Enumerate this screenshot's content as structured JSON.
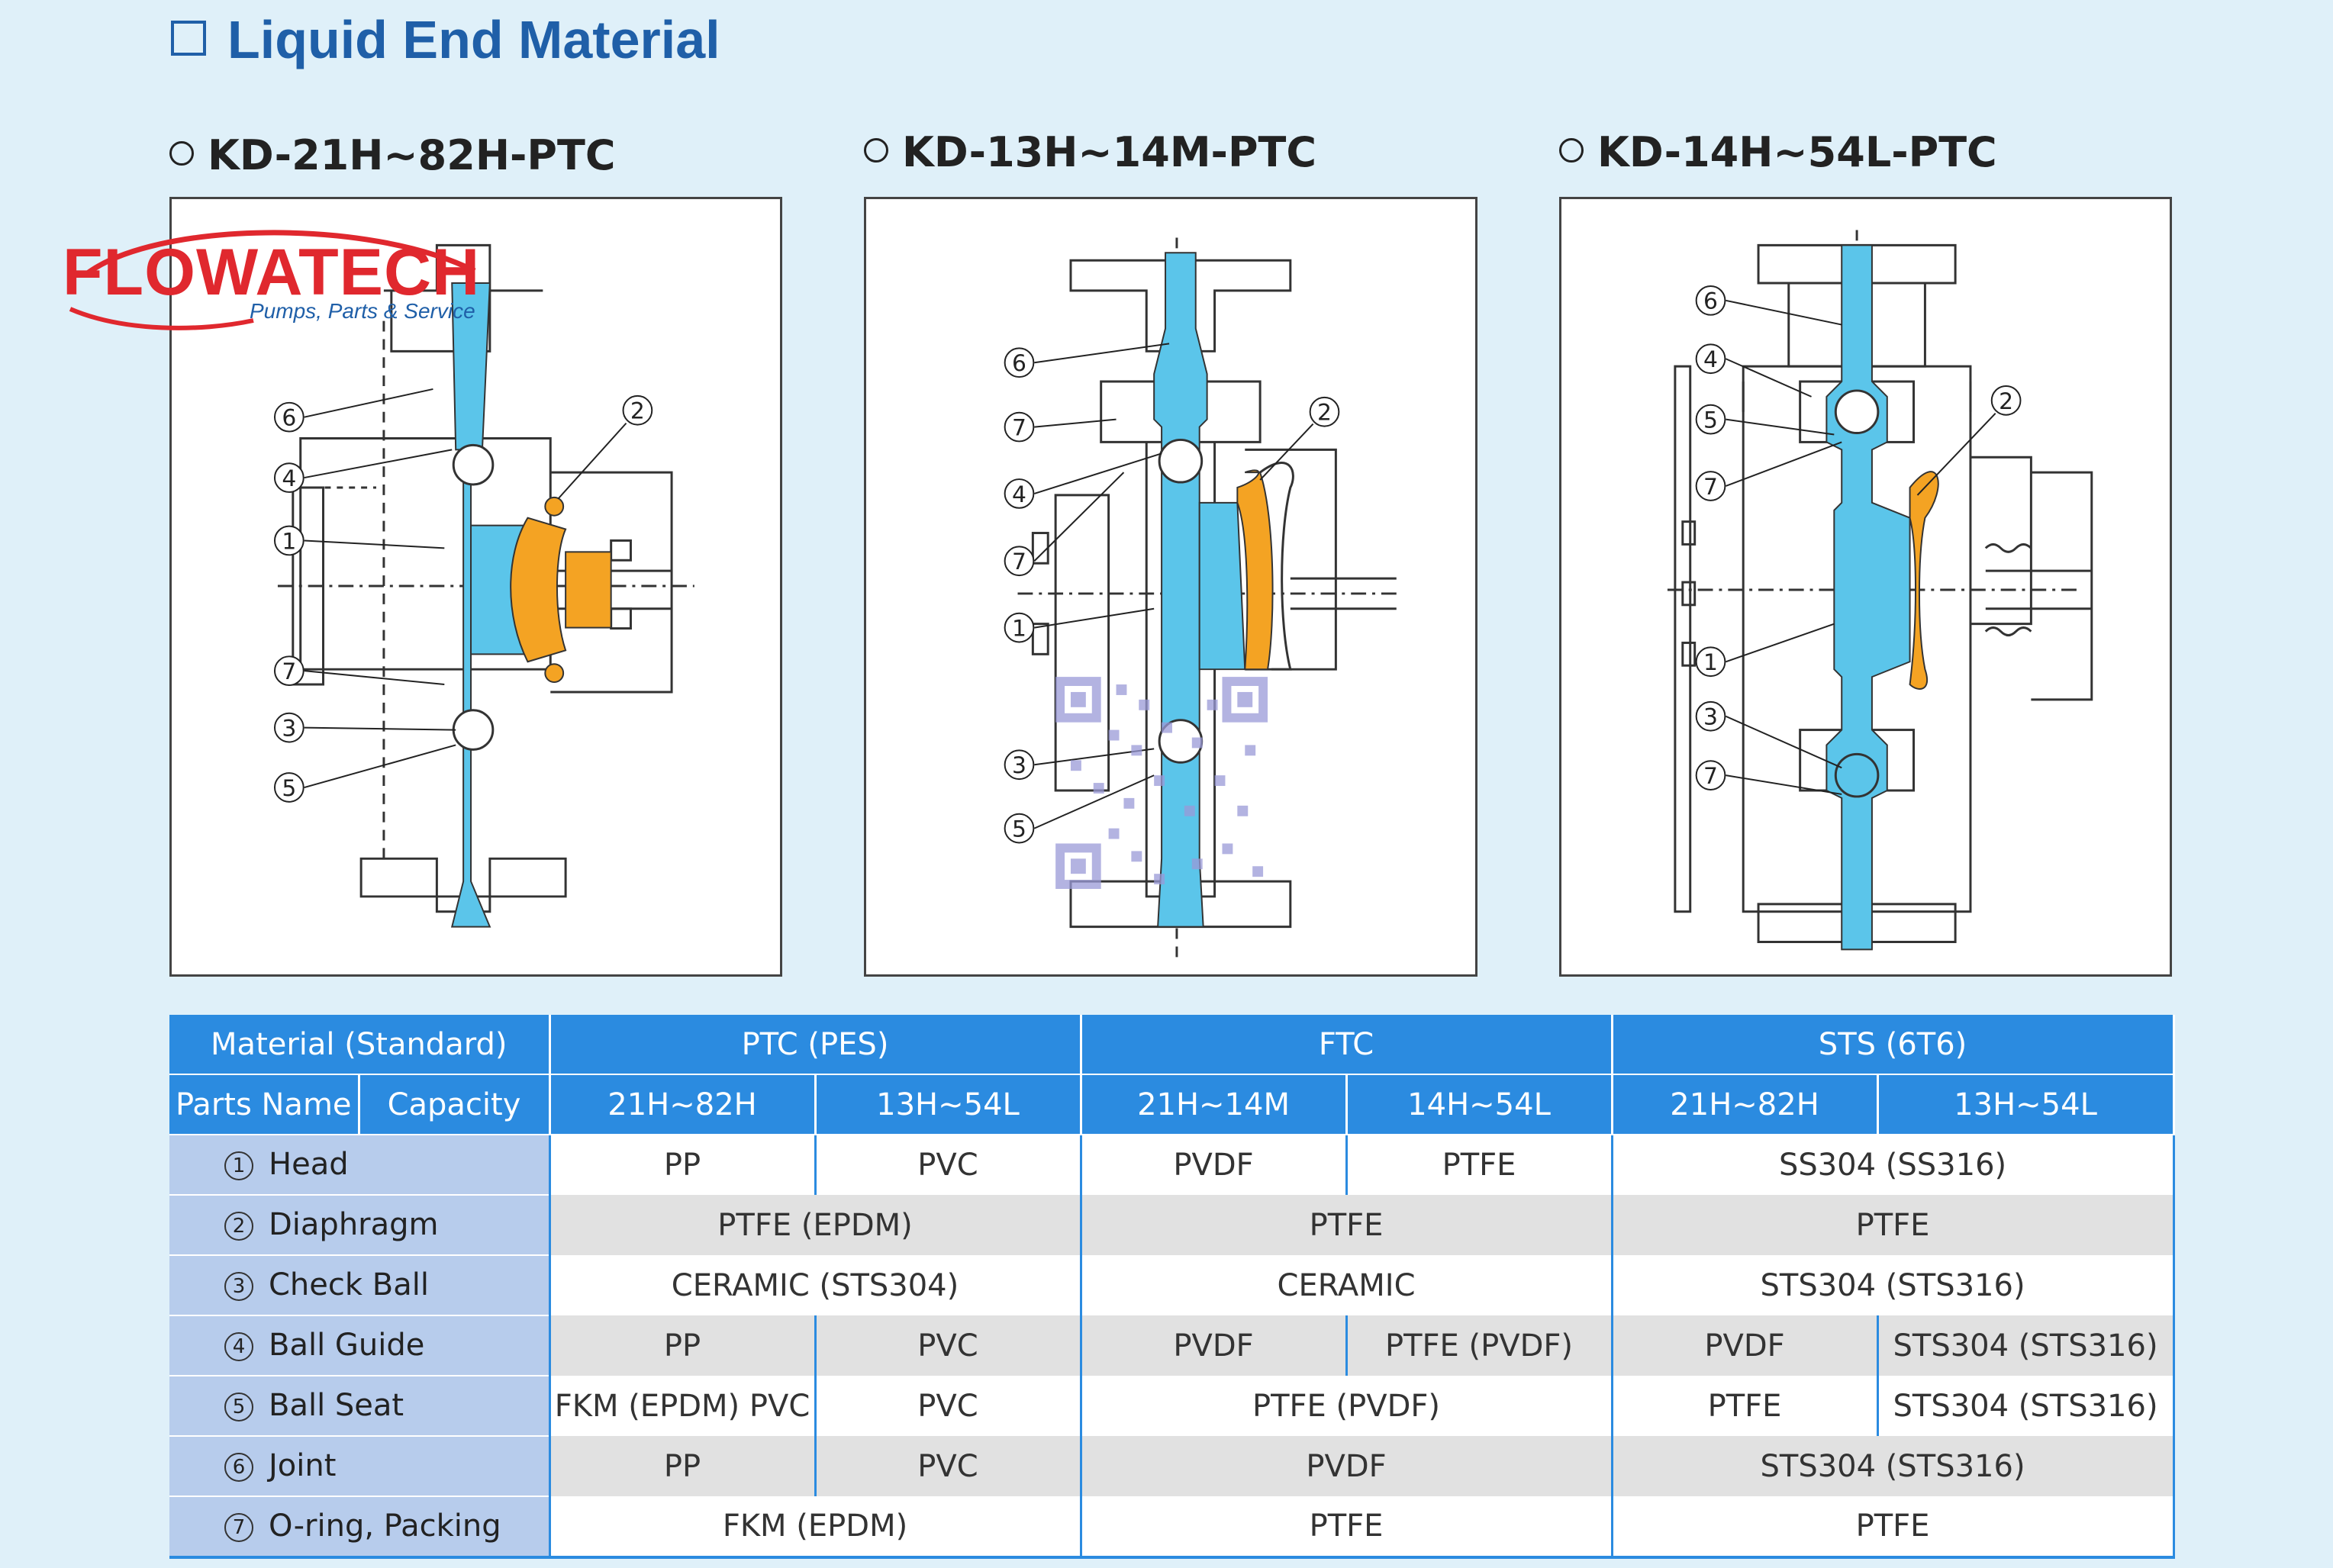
{
  "page_title": "Liquid End Material",
  "logo": {
    "name": "FLOWATECH",
    "tagline": "Pumps, Parts & Service"
  },
  "models": [
    {
      "label": "KD-21H~82H-PTC"
    },
    {
      "label": "KD-13H~14M-PTC"
    },
    {
      "label": "KD-14H~54L-PTC"
    }
  ],
  "diagram_callouts": {
    "d1": [
      "6",
      "4",
      "1",
      "7",
      "3",
      "5",
      "2"
    ],
    "d2": [
      "6",
      "7",
      "4",
      "7",
      "1",
      "3",
      "5",
      "2"
    ],
    "d3": [
      "6",
      "4",
      "5",
      "7",
      "1",
      "3",
      "7",
      "2"
    ]
  },
  "table": {
    "header_material": "Material (Standard)",
    "header_parts_name": "Parts Name",
    "header_capacity": "Capacity",
    "groups": [
      "PTC (PES)",
      "FTC",
      "STS (6T6)"
    ],
    "subheaders": [
      "21H~82H",
      "13H~54L",
      "21H~14M",
      "14H~54L",
      "21H~82H",
      "13H~54L"
    ],
    "rows": [
      {
        "num": "1",
        "name": "Head",
        "ptc": [
          "PP",
          "PVC"
        ],
        "ftc": [
          "PVDF",
          "PTFE"
        ],
        "sts": [
          "SS304 (SS316)"
        ]
      },
      {
        "num": "2",
        "name": "Diaphragm",
        "ptc": [
          "PTFE (EPDM)"
        ],
        "ftc": [
          "PTFE"
        ],
        "sts": [
          "PTFE"
        ]
      },
      {
        "num": "3",
        "name": "Check Ball",
        "ptc": [
          "CERAMIC (STS304)"
        ],
        "ftc": [
          "CERAMIC"
        ],
        "sts": [
          "STS304 (STS316)"
        ]
      },
      {
        "num": "4",
        "name": "Ball Guide",
        "ptc": [
          "PP",
          "PVC"
        ],
        "ftc": [
          "PVDF",
          "PTFE (PVDF)"
        ],
        "sts": [
          "PVDF",
          "STS304 (STS316)"
        ]
      },
      {
        "num": "5",
        "name": "Ball Seat",
        "ptc": [
          "FKM (EPDM) PVC",
          "PVC"
        ],
        "ftc": [
          "PTFE (PVDF)"
        ],
        "sts": [
          "PTFE",
          "STS304 (STS316)"
        ]
      },
      {
        "num": "6",
        "name": "Joint",
        "ptc": [
          "PP",
          "PVC"
        ],
        "ftc": [
          "PVDF"
        ],
        "sts": [
          "STS304 (STS316)"
        ]
      },
      {
        "num": "7",
        "name": "O-ring, Packing",
        "ptc": [
          "FKM (EPDM)"
        ],
        "ftc": [
          "PTFE"
        ],
        "sts": [
          "PTFE"
        ]
      }
    ]
  },
  "colors": {
    "accent": "#2b8be0",
    "title": "#1f5fa8",
    "fluid": "#5bc5ea",
    "diaphragm": "#f4a323",
    "logo_red": "#e0282e"
  }
}
